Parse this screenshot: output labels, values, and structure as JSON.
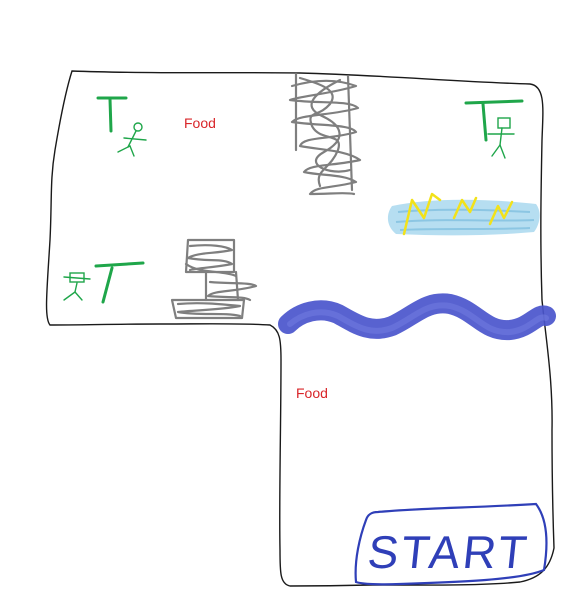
{
  "labels": {
    "food_top": "Food",
    "food_bottom": "Food",
    "start": "START"
  },
  "icons": {
    "guard_top_left": "stick-figure-with-post-icon",
    "guard_top_right": "stick-figure-with-post-icon",
    "guard_left": "stick-figure-with-post-icon",
    "obstacle_top": "gray-scribble-rock-icon",
    "obstacle_left": "gray-scribble-rock-icon",
    "electric_water": "lightning-water-icon",
    "river": "blue-wave-river-icon"
  },
  "colors": {
    "outline": "#1a1a1a",
    "food_text": "#d9262a",
    "guard_green": "#1fa64a",
    "scribble_gray": "#7f7f7f",
    "river_blue": "#4a55cc",
    "water_light_blue": "#a9d8ee",
    "lightning_yellow": "#f2e21a",
    "start_blue": "#2f3fb8"
  }
}
